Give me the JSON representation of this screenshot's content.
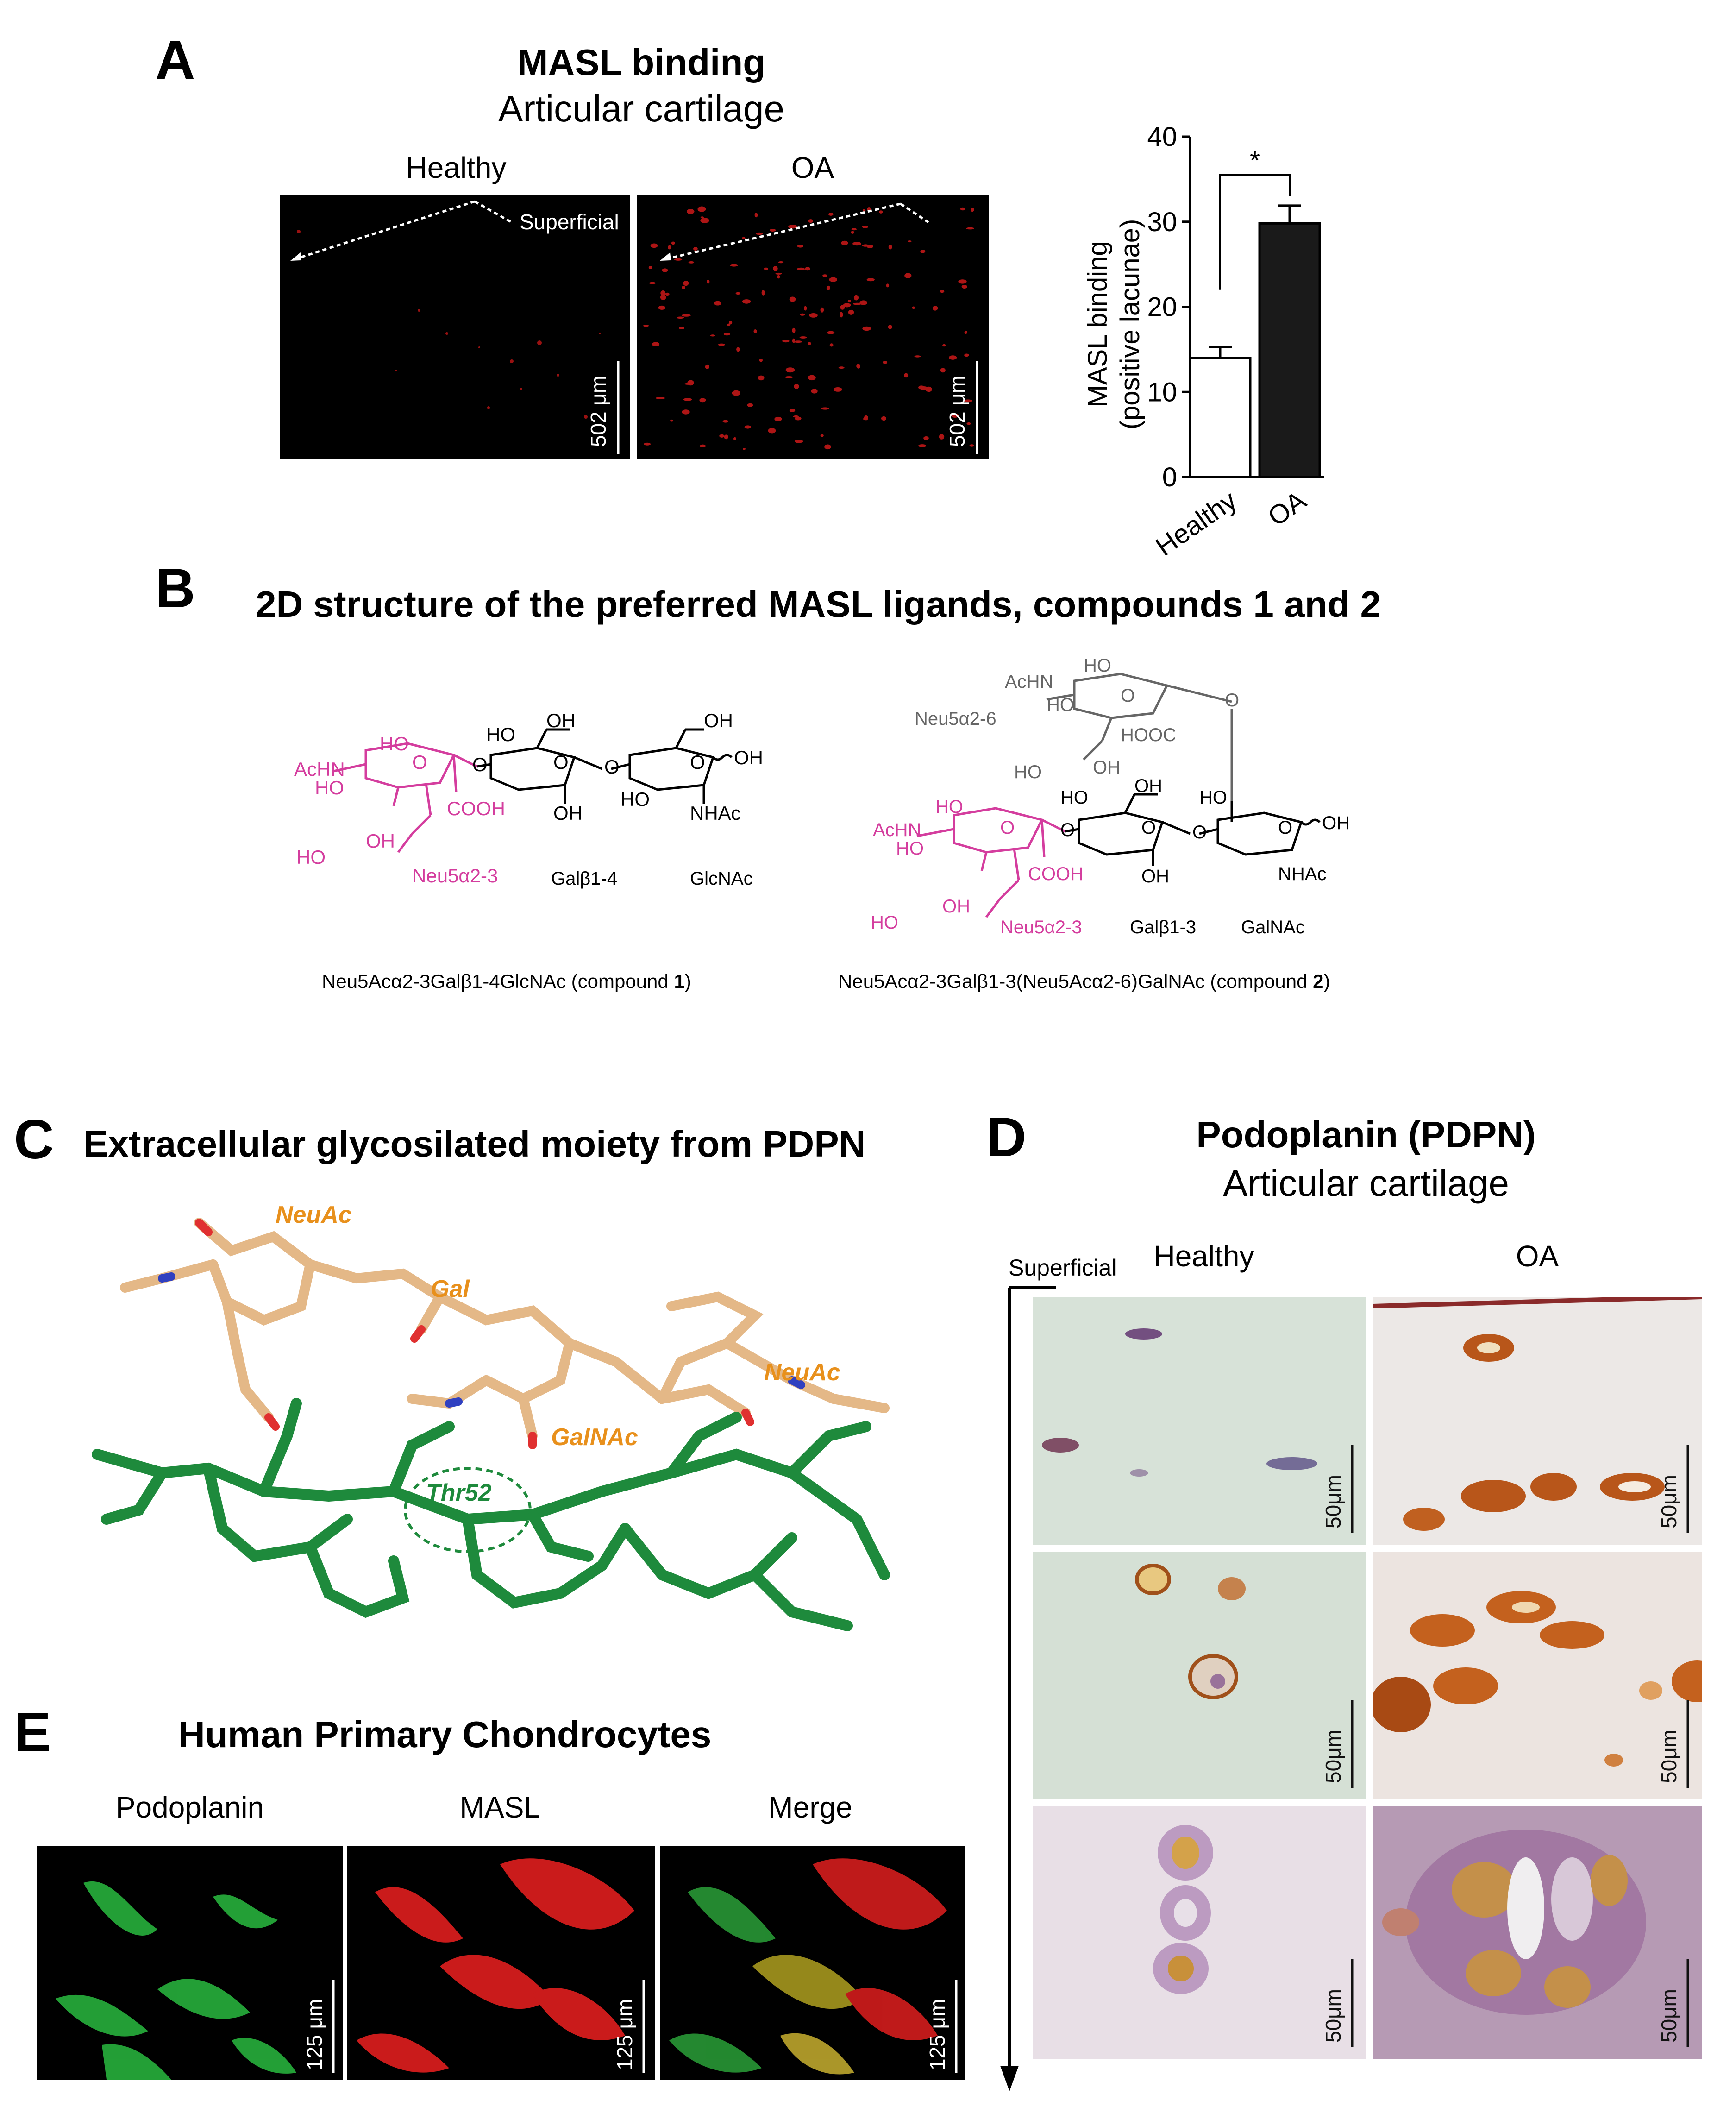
{
  "panelA": {
    "letter": "A",
    "title": "MASL binding",
    "subtitle": "Articular cartilage",
    "healthy_label": "Healthy",
    "oa_label": "OA",
    "superficial_label": "Superficial",
    "scale_bar": "502 μm",
    "chart": {
      "ylabel_line1": "MASL binding",
      "ylabel_line2": "(positive lacunae)",
      "significance": "*"
    }
  },
  "chart_data": {
    "type": "bar",
    "categories": [
      "Healthy",
      "OA"
    ],
    "values": [
      14,
      29.8
    ],
    "errors": [
      1.3,
      2.1
    ],
    "fills": [
      "#ffffff",
      "#1a1a1a"
    ],
    "title": "",
    "xlabel": "",
    "ylabel": "MASL binding (positive lacunae)",
    "ylim": [
      0,
      40
    ],
    "yticks": [
      "0",
      "10",
      "20",
      "30",
      "40"
    ],
    "annotation": "*"
  },
  "panelB": {
    "letter": "B",
    "title": "2D structure of the preferred MASL ligands, compounds 1 and 2",
    "compound1": {
      "neu5_label": "Neu5α2-3",
      "gal_label": "Galβ1-4",
      "glc_label": "GlcNAc",
      "caption_pre": "Neu5Acα2-3Galβ1-4GlcNAc (compound ",
      "caption_num": "1",
      "caption_post": ")"
    },
    "compound2": {
      "neu5_top_label": "Neu5α2-6",
      "neu5_label": "Neu5α2-3",
      "gal_label": "Galβ1-3",
      "galnac_label": "GalNAc",
      "caption_pre": "Neu5Acα2-3Galβ1-3(Neu5Acα2-6)GalNAc (compound ",
      "caption_num": "2",
      "caption_post": ")"
    },
    "groups": {
      "achn": "AcHN",
      "ho": "HO",
      "oh": "OH",
      "cooh": "COOH",
      "hooc": "HOOC",
      "nhac": "NHAc",
      "o": "O"
    }
  },
  "panelC": {
    "letter": "C",
    "title": "Extracellular glycosilated moiety from PDPN",
    "labels": {
      "neuac1": "NeuAc",
      "gal": "Gal",
      "neuac2": "NeuAc",
      "galnac": "GalNAc",
      "thr52": "Thr52"
    }
  },
  "panelD": {
    "letter": "D",
    "title": "Podoplanin (PDPN)",
    "subtitle": "Articular cartilage",
    "superficial_label": "Superficial",
    "healthy_label": "Healthy",
    "oa_label": "OA",
    "scale_bar": "50μm"
  },
  "panelE": {
    "letter": "E",
    "title": "Human Primary Chondrocytes",
    "podoplanin_label": "Podoplanin",
    "masl_label": "MASL",
    "merge_label": "Merge",
    "scale_bar": "125 μm"
  }
}
